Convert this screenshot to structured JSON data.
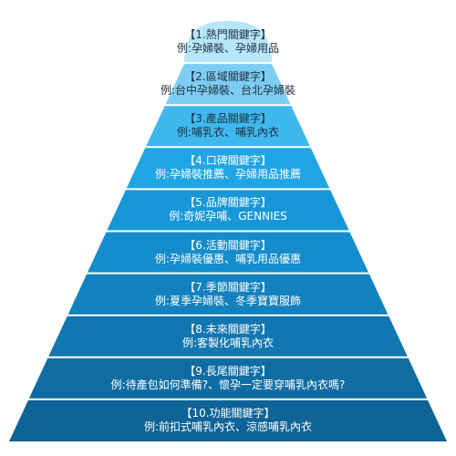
{
  "diagram": {
    "type": "pyramid",
    "layers": [
      {
        "title": "【1.熱門關鍵字】",
        "example": "例:孕婦裝、孕婦用品",
        "color": "#b7e6f9",
        "text_color": "#1f2f3f"
      },
      {
        "title": "【2.區域關鍵字】",
        "example": "例:台中孕婦裝、台北孕婦裝",
        "color": "#7dcdf2",
        "text_color": "#1f2f3f"
      },
      {
        "title": "【3.產品關鍵字】",
        "example": "例:哺乳衣、哺乳內衣",
        "color": "#3fb8ee",
        "text_color": "#1f2f3f"
      },
      {
        "title": "【4.口碑關鍵字】",
        "example": "例:孕婦裝推薦、孕婦用品推薦",
        "color": "#1fa5e4",
        "text_color": "#ffffff"
      },
      {
        "title": "【5.品牌關鍵字】",
        "example": "例:奇妮孕哺、GENNIES",
        "color": "#1897d8",
        "text_color": "#ffffff"
      },
      {
        "title": "【6.活動關鍵字】",
        "example": "例:孕婦裝優惠、哺乳用品優惠",
        "color": "#158ccb",
        "text_color": "#ffffff"
      },
      {
        "title": "【7.季節關鍵字】",
        "example": "例:夏季孕婦裝、冬季寶寶服飾",
        "color": "#1381bd",
        "text_color": "#ffffff"
      },
      {
        "title": "【8.未來關鍵字】",
        "example": "例:客製化哺乳內衣",
        "color": "#1277b0",
        "text_color": "#ffffff"
      },
      {
        "title": "【9.長尾關鍵字】",
        "example": "例:待產包如何準備?、懷孕一定要穿哺乳內衣嗎?",
        "color": "#106da3",
        "text_color": "#ffffff"
      },
      {
        "title": "【10.功能關鍵字】",
        "example": "例:前扣式哺乳內衣、涼感哺乳內衣",
        "color": "#0f6396",
        "text_color": "#ffffff"
      }
    ]
  }
}
